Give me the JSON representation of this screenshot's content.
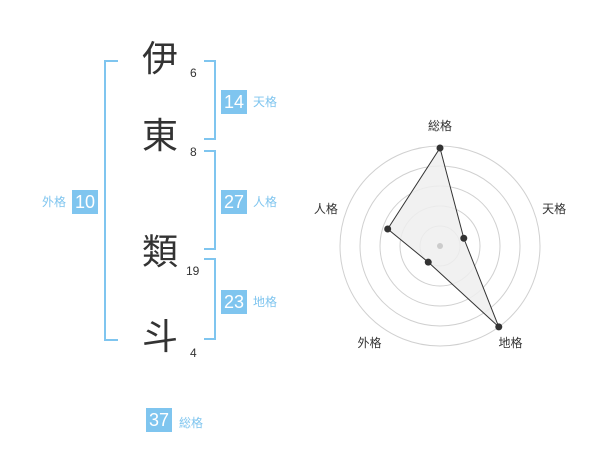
{
  "name": {
    "characters": [
      {
        "char": "伊",
        "strokes": "6"
      },
      {
        "char": "東",
        "strokes": "8"
      },
      {
        "char": "類",
        "strokes": "19"
      },
      {
        "char": "斗",
        "strokes": "4"
      }
    ]
  },
  "scores": {
    "tenkaku": {
      "label": "天格",
      "value": "14"
    },
    "jinkaku": {
      "label": "人格",
      "value": "27"
    },
    "chikaku": {
      "label": "地格",
      "value": "23"
    },
    "gaikaku": {
      "label": "外格",
      "value": "10"
    },
    "soukaku": {
      "label": "総格",
      "value": "37"
    }
  },
  "colors": {
    "accent": "#7fc5ef",
    "text": "#333333",
    "radar_fill": "#eeeeee"
  },
  "chart_data": {
    "type": "radar",
    "axes": [
      "総格",
      "天格",
      "地格",
      "外格",
      "人格"
    ],
    "values": [
      0.98,
      0.25,
      1.0,
      0.2,
      0.55
    ],
    "range": [
      0,
      1
    ],
    "rings": 5,
    "grid": true
  }
}
